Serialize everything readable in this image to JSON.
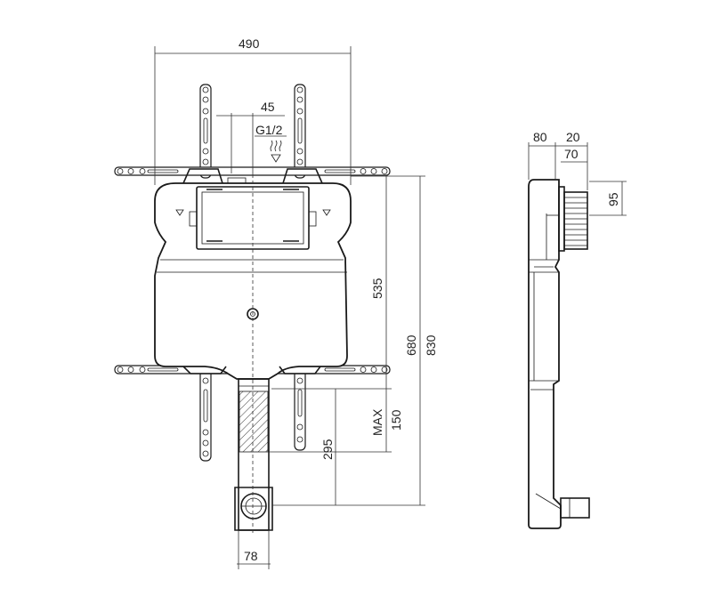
{
  "labels": {
    "width_total": "490",
    "offset_45": "45",
    "thread": "G1/2",
    "height_535": "535",
    "height_680": "680",
    "height_830": "830",
    "max": "MAX",
    "height_150": "150",
    "height_295": "295",
    "pipe_78": "78",
    "side_80": "80",
    "side_20": "20",
    "side_70": "70",
    "side_95": "95"
  },
  "icons": {
    "heat": "heat-waves-icon",
    "level": "water-level-triangle-icon"
  },
  "colors": {
    "line": "#1a1a1a",
    "background": "#ffffff"
  }
}
